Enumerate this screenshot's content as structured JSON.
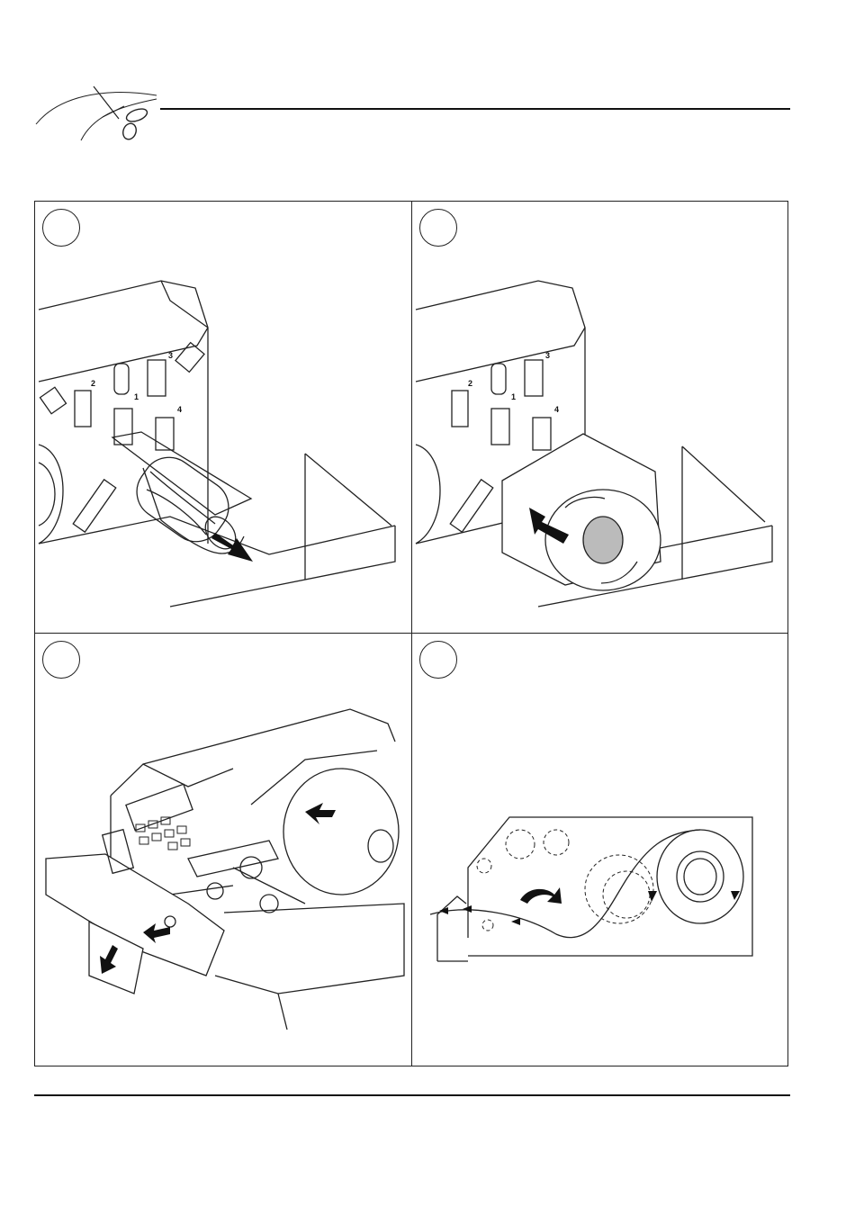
{
  "header": {
    "icon": "scissors-icon"
  },
  "steps": [
    {
      "number": "",
      "icon": "spindle-arrow-icon"
    },
    {
      "number": "",
      "icon": "roll-push-arrow-icon"
    },
    {
      "number": "",
      "icon": "media-feed-arrows-icon"
    },
    {
      "number": "",
      "icon": "media-path-diagram-icon"
    }
  ],
  "slot_labels": [
    "1",
    "2",
    "3",
    "4"
  ]
}
